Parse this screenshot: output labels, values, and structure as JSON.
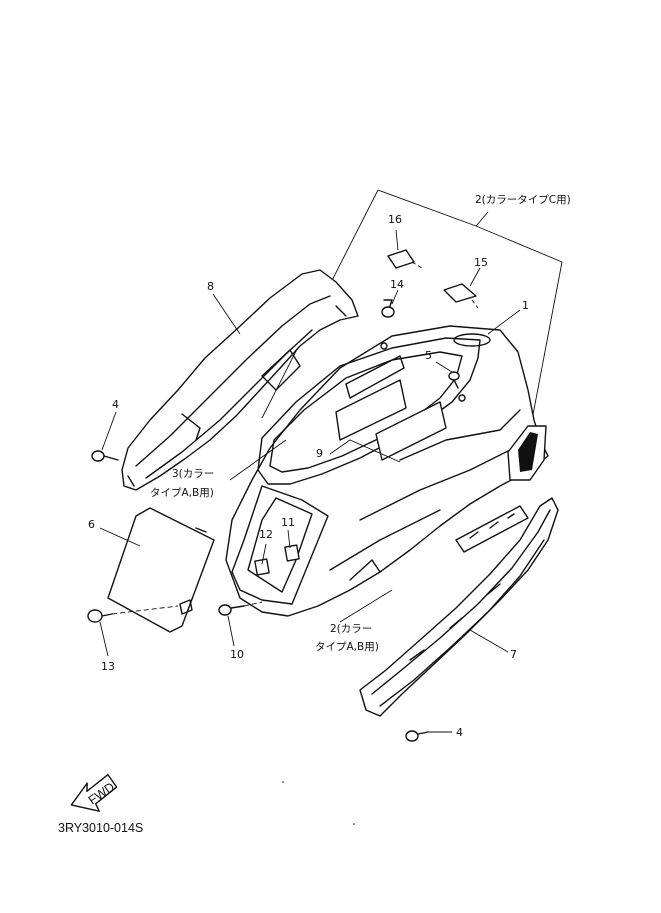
{
  "diagram": {
    "drawing_code": "3RY3010-014S",
    "fwd_label": "FWD",
    "callouts": [
      {
        "id": "c1",
        "text": "1"
      },
      {
        "id": "c2a",
        "text": "2(カラータイプC用)"
      },
      {
        "id": "c2b_line1",
        "text": "2(カラー"
      },
      {
        "id": "c2b_line2",
        "text": "タイプA,B用)"
      },
      {
        "id": "c3_line1",
        "text": "3(カラー"
      },
      {
        "id": "c3_line2",
        "text": "タイプA,B用)"
      },
      {
        "id": "c4a",
        "text": "4"
      },
      {
        "id": "c4b",
        "text": "4"
      },
      {
        "id": "c5",
        "text": "5"
      },
      {
        "id": "c6",
        "text": "6"
      },
      {
        "id": "c7",
        "text": "7"
      },
      {
        "id": "c8",
        "text": "8"
      },
      {
        "id": "c9",
        "text": "9"
      },
      {
        "id": "c10",
        "text": "10"
      },
      {
        "id": "c11",
        "text": "11"
      },
      {
        "id": "c12",
        "text": "12"
      },
      {
        "id": "c13",
        "text": "13"
      },
      {
        "id": "c14",
        "text": "14"
      },
      {
        "id": "c15",
        "text": "15"
      },
      {
        "id": "c16",
        "text": "16"
      }
    ]
  }
}
